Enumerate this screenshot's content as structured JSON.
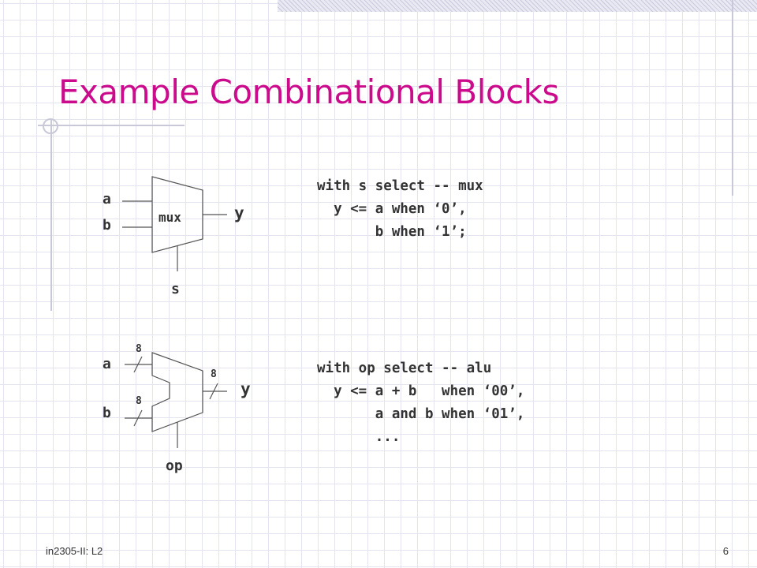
{
  "slide": {
    "title": "Example Combinational Blocks",
    "footer_left": "in2305-II: L2",
    "page_number": "6"
  },
  "mux_diagram": {
    "block_label": "mux",
    "input_a": "a",
    "input_b": "b",
    "output": "y",
    "select": "s"
  },
  "alu_diagram": {
    "input_a": "a",
    "input_b": "b",
    "output": "y",
    "select": "op",
    "width_a": "8",
    "width_b": "8",
    "width_y": "8"
  },
  "mux_code": [
    "with s select -- mux",
    "  y <= a when ‘0’,",
    "       b when ‘1’;"
  ],
  "alu_code": [
    "with op select -- alu",
    "  y <= a + b   when ‘00’,",
    "       a and b when ‘01’,",
    "       ..."
  ]
}
